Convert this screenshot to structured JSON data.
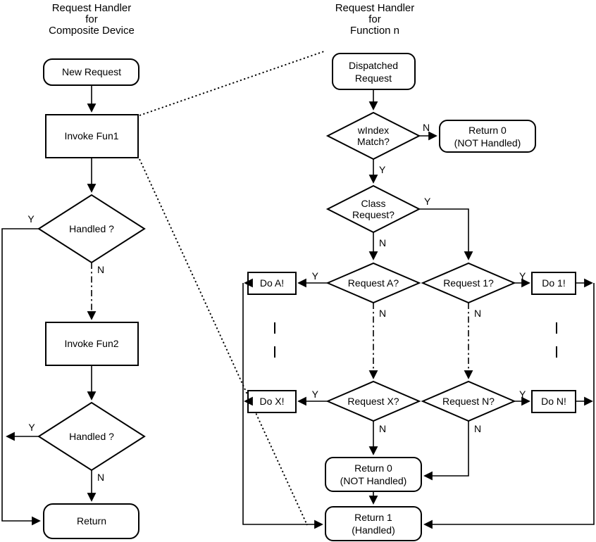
{
  "page": {
    "background": "#ffffff",
    "stroke_color": "#000000"
  },
  "left_chart": {
    "title_lines": [
      "Request Handler",
      "for",
      "Composite Device"
    ],
    "nodes": {
      "new_request": "New Request",
      "invoke_fun1": "Invoke Fun1",
      "handled_1": "Handled ?",
      "invoke_fun2": "Invoke Fun2",
      "handled_2": "Handled ?",
      "return": "Return"
    },
    "branch_labels": {
      "yes": "Y",
      "no": "N"
    }
  },
  "right_chart": {
    "title_lines": [
      "Request Handler",
      "for",
      "Function n"
    ],
    "nodes": {
      "dispatched_request": [
        "Dispatched",
        "Request"
      ],
      "windex_match": [
        "wIndex",
        "Match?"
      ],
      "return_0_top": [
        "Return 0",
        "(NOT Handled)"
      ],
      "class_request": [
        "Class",
        "Request?"
      ],
      "request_a": "Request A?",
      "do_a": "Do A!",
      "request_x": "Request X?",
      "do_x": "Do X!",
      "request_1": "Request 1?",
      "do_1": "Do 1!",
      "request_n": "Request N?",
      "do_n": "Do N!",
      "return_0_bottom": [
        "Return 0",
        "(NOT Handled)"
      ],
      "return_1": [
        "Return 1",
        "(Handled)"
      ]
    },
    "branch_labels": {
      "yes": "Y",
      "no": "N"
    }
  }
}
